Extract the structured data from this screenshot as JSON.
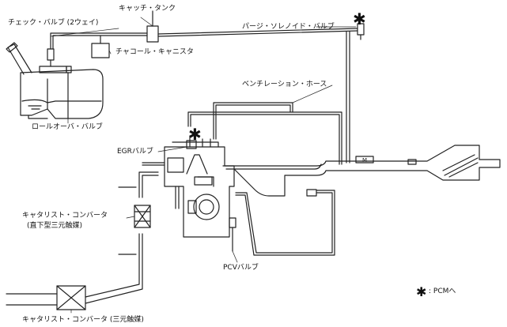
{
  "labels": {
    "catch_tank": "キャッチ・タンク",
    "check_valve": "チェック・バルブ (2ウェイ)",
    "purge_solenoid": "パージ・ソレノイド・バルブ",
    "charcoal_canister": "チャコール・キャニスタ",
    "rollover_valve": "ロールオーバ・バルブ",
    "ventilation_hose": "ベンチレーション・ホース",
    "egr_valve": "EGRバルブ",
    "catalyst_direct_1": "キャタリスト・コンバータ",
    "catalyst_direct_2": "(直下型三元触媒)",
    "pcv_valve": "PCVバルブ",
    "catalyst_bottom": "キャタリスト・コンバータ (三元触媒)",
    "legend_text": ": PCMへ",
    "star_symbol": "✱",
    "filter_mark": "M"
  }
}
